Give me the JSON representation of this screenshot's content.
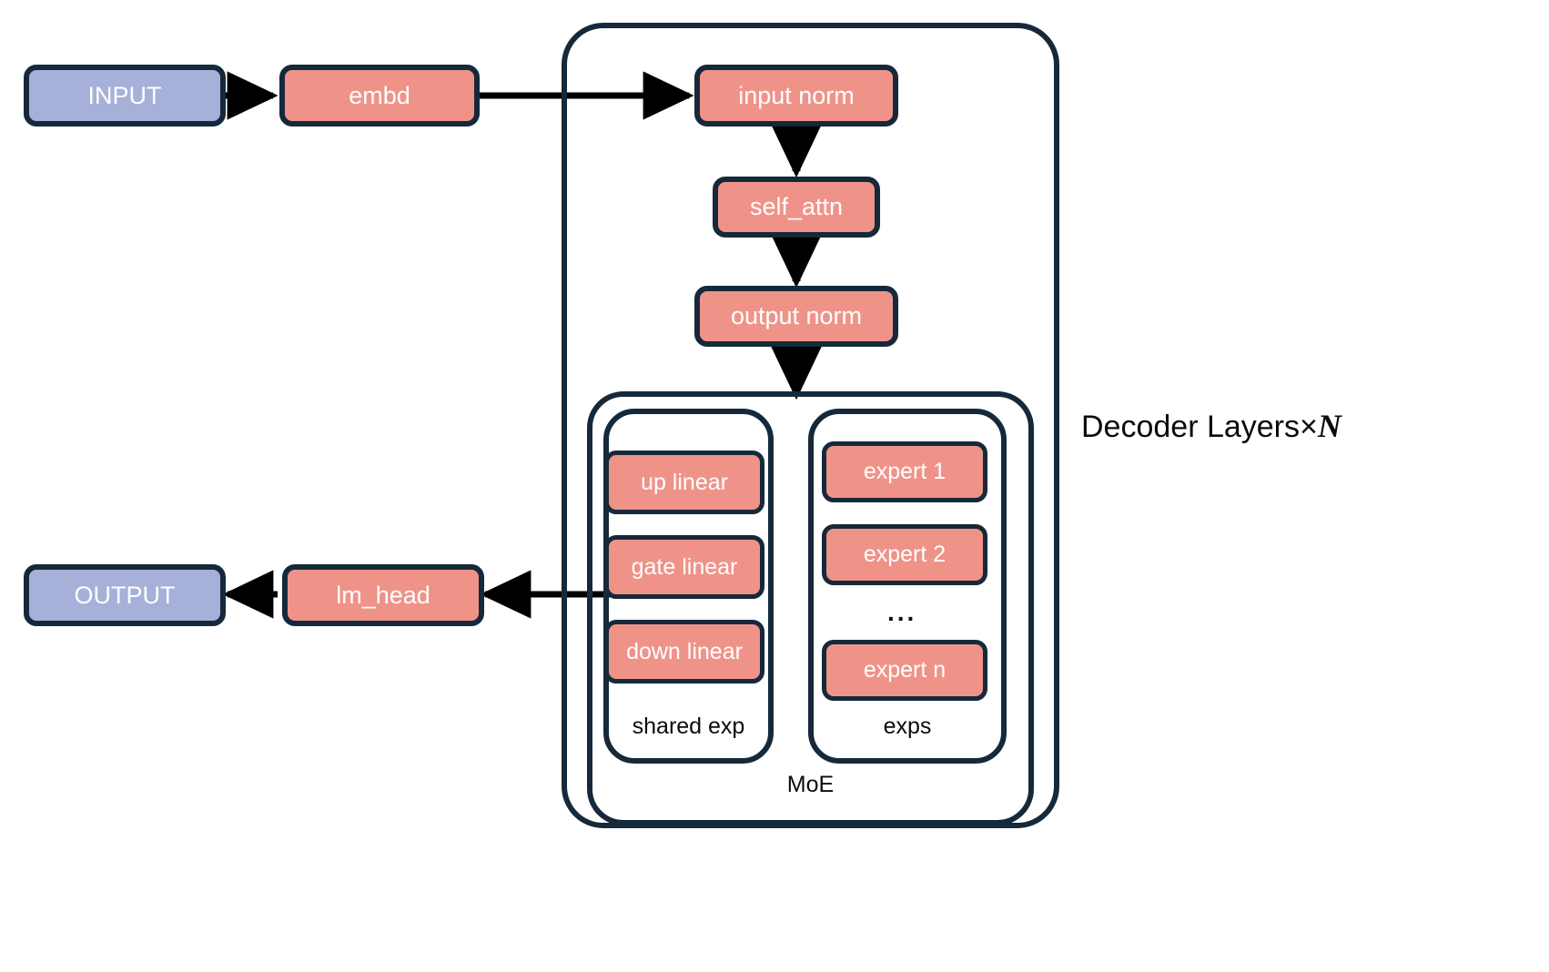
{
  "diagram": {
    "title_caption": "Decoder Layers×",
    "repeat_symbol": "N",
    "colors": {
      "stroke": "#16293a",
      "salmon": "#ef9389",
      "periwinkle": "#a7b0d8",
      "text_on_box": "#ffffff",
      "label_text": "#0b0b0b",
      "background": "#ffffff",
      "arrow": "#000000"
    }
  },
  "nodes": {
    "input": "INPUT",
    "embd": "embd",
    "input_norm": "input norm",
    "self_attn": "self_attn",
    "output_norm": "output norm",
    "lm_head": "lm_head",
    "output": "OUTPUT"
  },
  "groups": {
    "decoder_label": "Decoder Layers×",
    "decoder_repeat": "N",
    "moe_label": "MoE",
    "shared_exp_label": "shared exp",
    "exps_label": "exps"
  },
  "shared_expert": {
    "items": [
      {
        "label": "up linear"
      },
      {
        "label": "gate linear"
      },
      {
        "label": "down linear"
      }
    ]
  },
  "experts": {
    "items": [
      {
        "label": "expert 1"
      },
      {
        "label": "expert 2"
      },
      {
        "label": "expert n"
      }
    ],
    "ellipsis": "..."
  }
}
